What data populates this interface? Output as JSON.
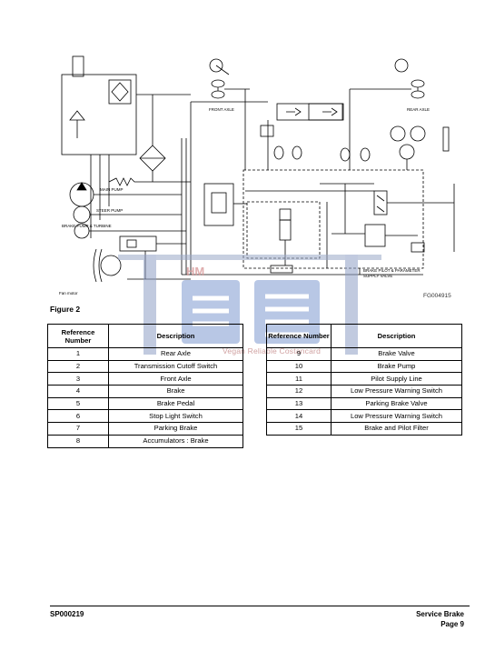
{
  "figure": {
    "caption": "Figure 2",
    "id": "FG004915",
    "labels": {
      "front_axle": "FRONT AXLE",
      "rear_axle": "REAR AXLE",
      "brake_pilot": "BRAKE PILOT & PARAMETER",
      "supply_valve": "SUPPLY VALVE",
      "fan_motor": "Fan motor",
      "main_pump": "MAIN PUMP",
      "steer_pump": "STEER PUMP",
      "brake_pump": "BRAKE PUMP & TURBINE"
    }
  },
  "table": {
    "headers": {
      "ref_number": "Reference Number",
      "description": "Description"
    },
    "left_rows": [
      {
        "num": "1",
        "desc": "Rear Axle"
      },
      {
        "num": "2",
        "desc": "Transmission Cutoff Switch"
      },
      {
        "num": "3",
        "desc": "Front Axle"
      },
      {
        "num": "4",
        "desc": "Brake"
      },
      {
        "num": "5",
        "desc": "Brake Pedal"
      },
      {
        "num": "6",
        "desc": "Stop Light Switch"
      },
      {
        "num": "7",
        "desc": "Parking Brake"
      },
      {
        "num": "8",
        "desc": "Accumulators : Brake"
      }
    ],
    "right_rows": [
      {
        "num": "9",
        "desc": "Brake Valve"
      },
      {
        "num": "10",
        "desc": "Brake Pump"
      },
      {
        "num": "11",
        "desc": "Pilot Supply Line"
      },
      {
        "num": "12",
        "desc": "Low Pressure Warning Switch"
      },
      {
        "num": "13",
        "desc": "Parking Brake Valve"
      },
      {
        "num": "14",
        "desc": "Low Pressure Warning Switch"
      },
      {
        "num": "15",
        "desc": "Brake and Pilot Filter"
      }
    ]
  },
  "footer": {
    "doc_code": "SP000219",
    "section": "Service Brake",
    "page": "Page 9"
  },
  "watermark": {
    "text": "Vegan Reliable Costancard",
    "mark": "HM"
  }
}
